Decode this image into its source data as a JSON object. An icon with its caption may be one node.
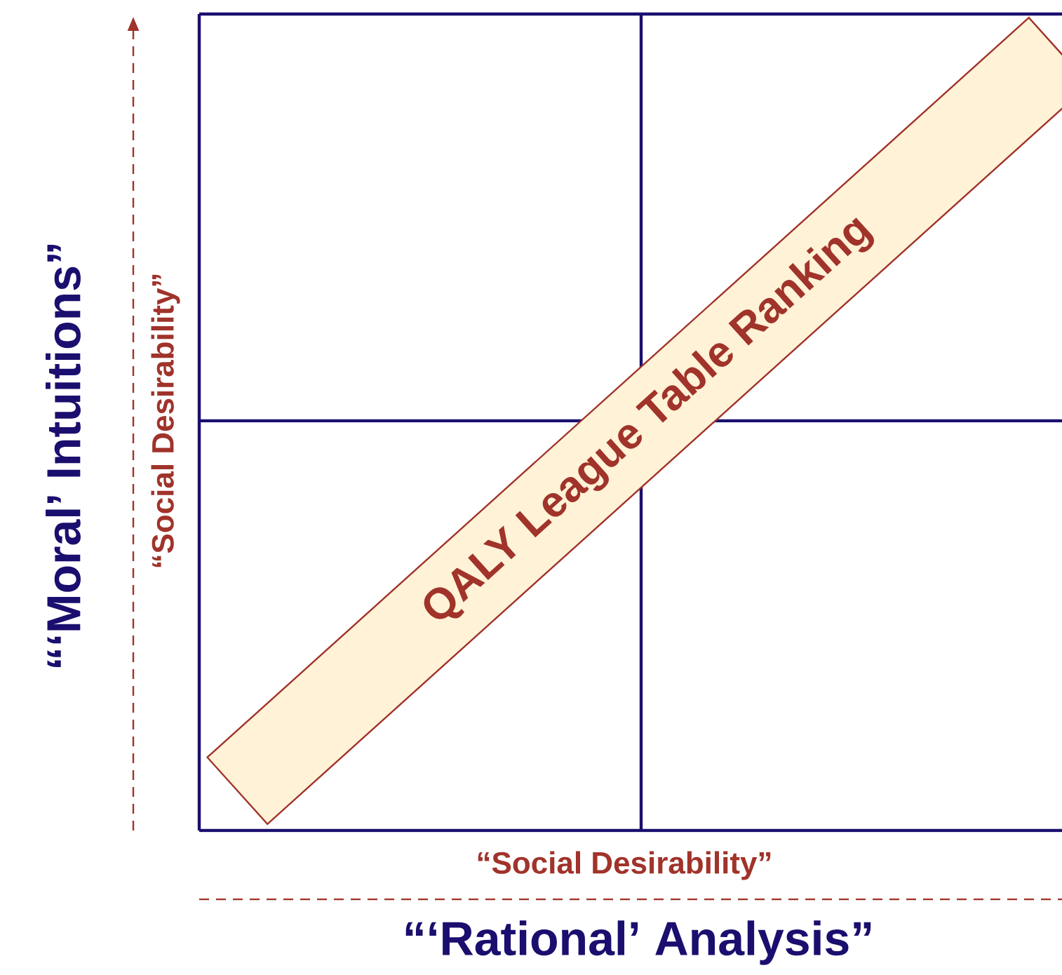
{
  "diagram": {
    "nodes": [
      {
        "text": [
          "QALY League Table Ranking"
        ]
      }
    ],
    "labels": [
      "“‘Moral’ Intuitions”",
      "“Social Desirability”",
      "“Social Desirability”",
      "“‘Rational’ Analysis”"
    ]
  }
}
